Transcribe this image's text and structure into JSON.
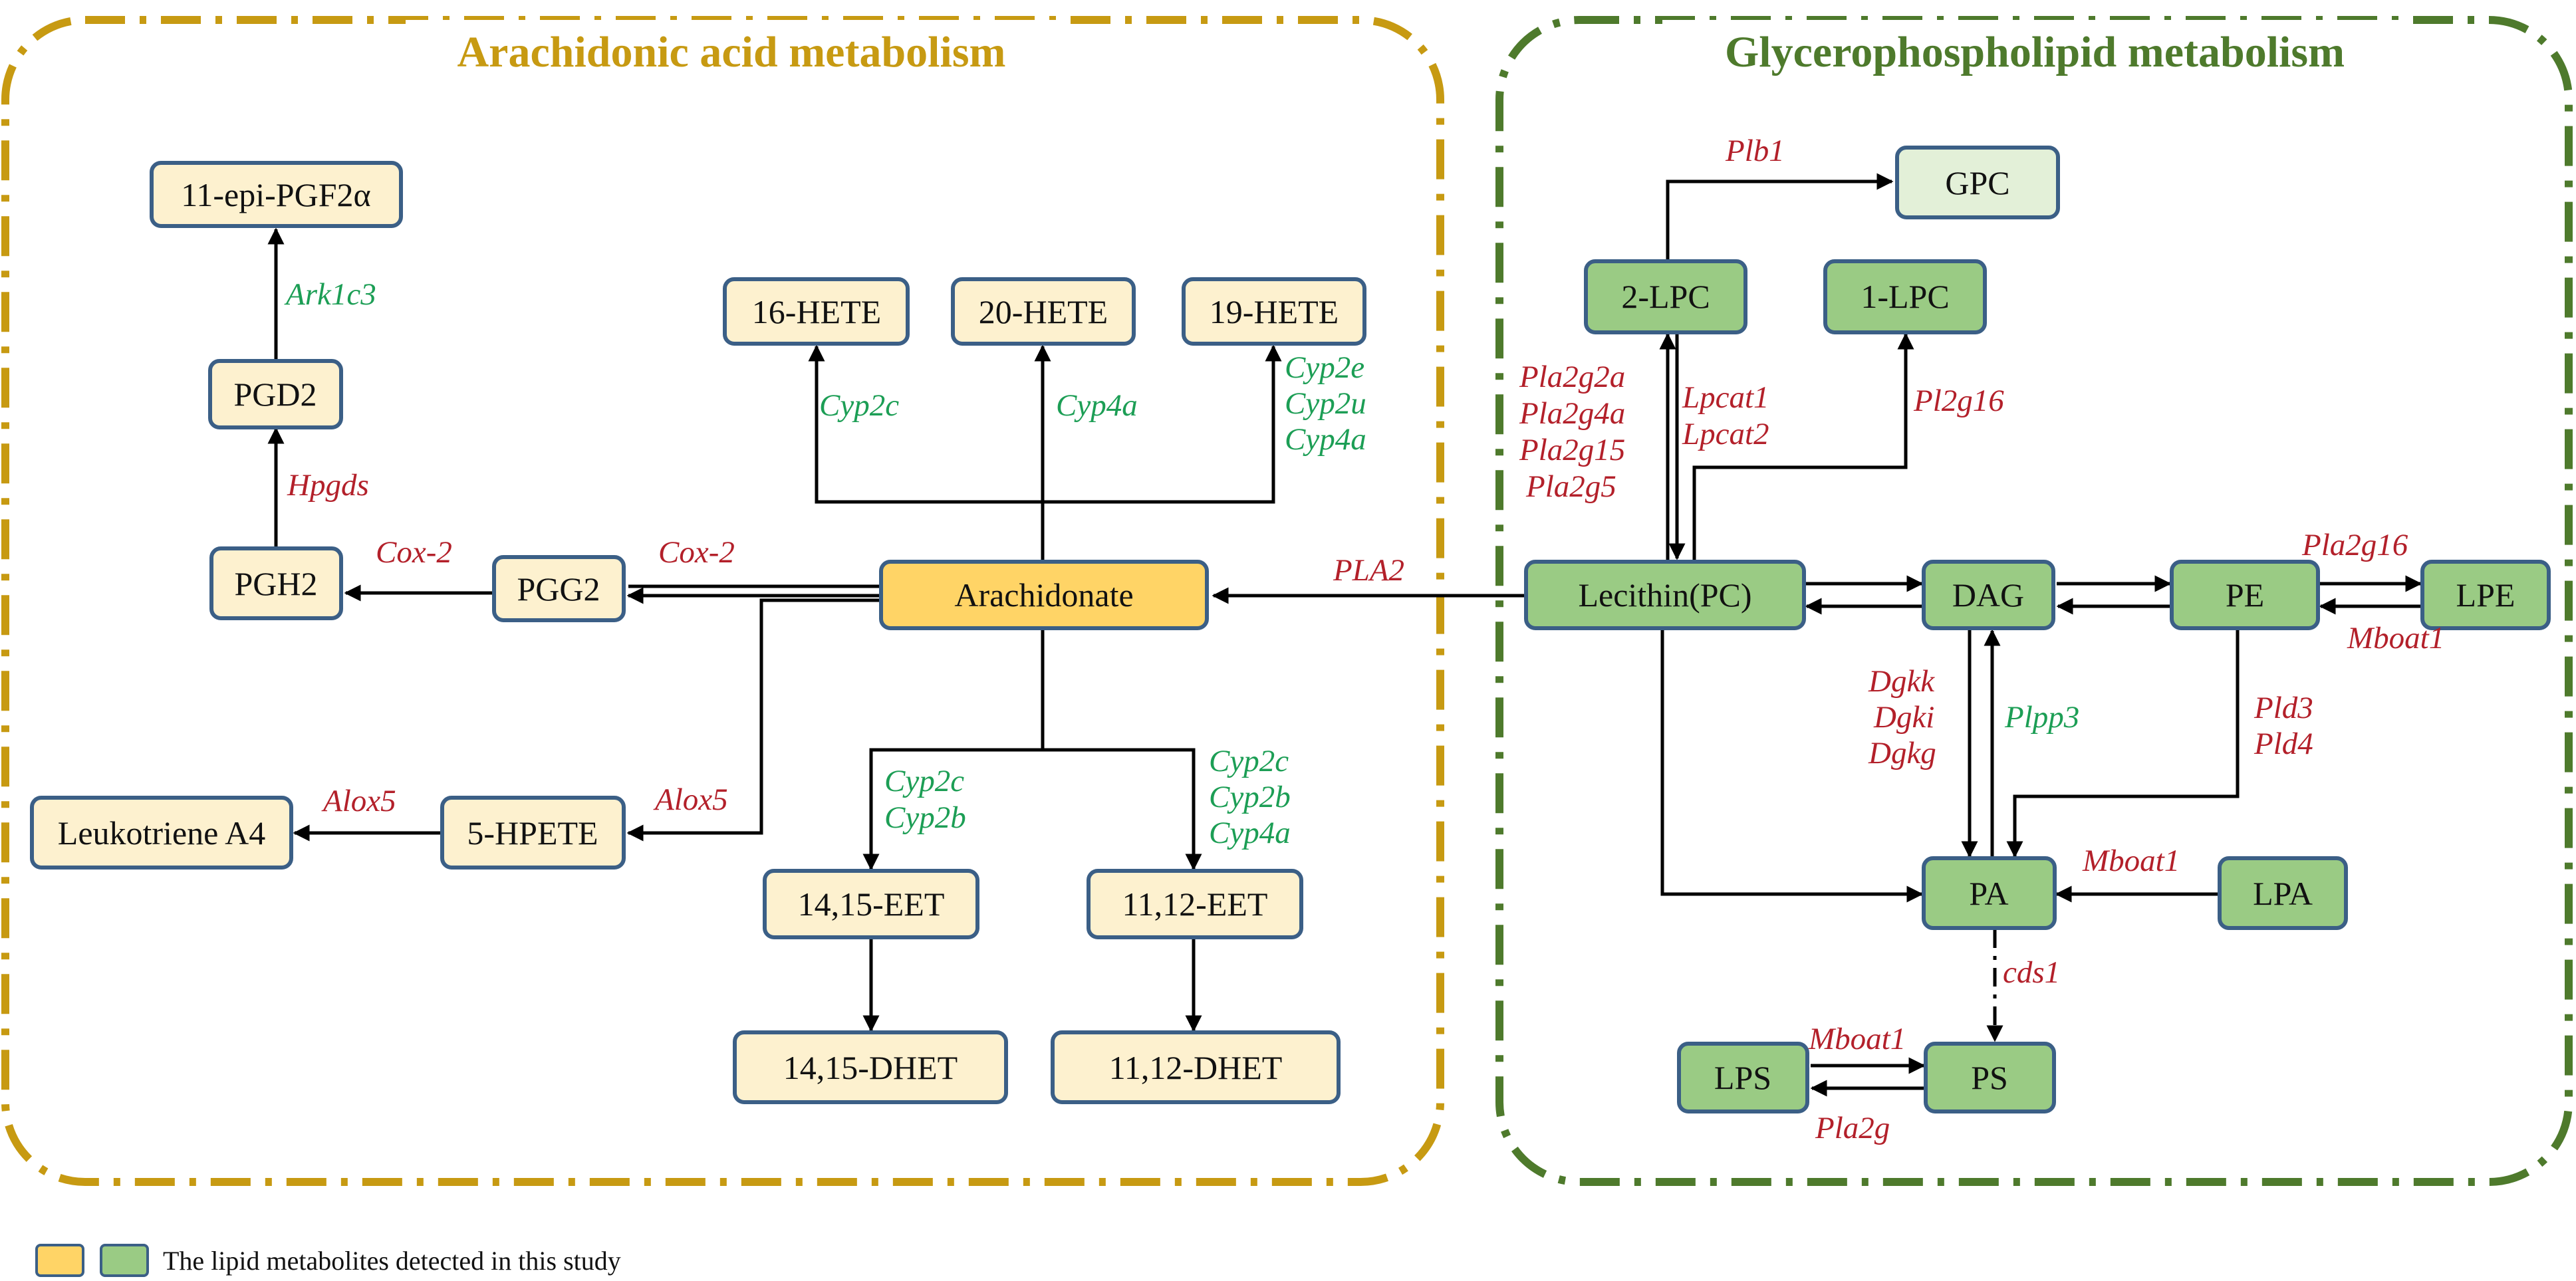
{
  "regions": {
    "arachidonic": {
      "title": "Arachidonic acid metabolism",
      "color": "#C79A12"
    },
    "glycero": {
      "title": "Glycerophospholipid metabolism",
      "color": "#4E7A2C"
    }
  },
  "colors": {
    "detected_arachidonic": "#FFD466",
    "detected_glycero": "#9ACB84",
    "not_detected_arachidonic": "#FDF1CF",
    "not_detected_glycero": "#E3F0D8",
    "node_border": "#3B5F86",
    "gene_red": "#B3202A",
    "gene_green": "#1C9E55"
  },
  "nodes": {
    "arachidonate": "Arachidonate",
    "pgg2": "PGG2",
    "pgh2": "PGH2",
    "pgd2": "PGD2",
    "epi_pgf2a": "11-epi-PGF2α",
    "hete16": "16-HETE",
    "hete20": "20-HETE",
    "hete19": "19-HETE",
    "hpete5": "5-HPETE",
    "leukotriene_a4": "Leukotriene A4",
    "eet1415": "14,15-EET",
    "eet1112": "11,12-EET",
    "dhet1415": "14,15-DHET",
    "dhet1112": "11,12-DHET",
    "gpc": "GPC",
    "lpc2": "2-LPC",
    "lpc1": "1-LPC",
    "lecithin": "Lecithin(PC)",
    "dag": "DAG",
    "pe": "PE",
    "lpe": "LPE",
    "pa": "PA",
    "lpa": "LPA",
    "lps": "LPS",
    "ps": "PS"
  },
  "genes": {
    "ark1c3": "Ark1c3",
    "hpgds": "Hpgds",
    "cox2_a": "Cox-2",
    "cox2_b": "Cox-2",
    "cyp2c_a": "Cyp2c",
    "cyp4a_a": "Cyp4a",
    "cyp2e": "Cyp2e",
    "cyp2u": "Cyp2u",
    "cyp4a_b": "Cyp4a",
    "pla2": "PLA2",
    "alox5_a": "Alox5",
    "alox5_b": "Alox5",
    "cyp2c_b": "Cyp2c",
    "cyp2b_a": "Cyp2b",
    "cyp2c_c": "Cyp2c",
    "cyp2b_b": "Cyp2b",
    "cyp4a_c": "Cyp4a",
    "plb1": "Plb1",
    "pla2g2a": "Pla2g2a",
    "pla2g4a": "Pla2g4a",
    "pla2g15": "Pla2g15",
    "pla2g5": "Pla2g5",
    "lpcat1": "Lpcat1",
    "lpcat2": "Lpcat2",
    "pl2g16": "Pl2g16",
    "pla2g16": "Pla2g16",
    "mboat1_a": "Mboat1",
    "dgkk": "Dgkk",
    "dgki": "Dgki",
    "dgkg": "Dgkg",
    "plpp3": "Plpp3",
    "pld3": "Pld3",
    "pld4": "Pld4",
    "mboat1_b": "Mboat1",
    "cds1": "cds1",
    "mboat1_c": "Mboat1",
    "pla2g": "Pla2g"
  },
  "legend": {
    "label": "The lipid metabolites detected in this study"
  }
}
